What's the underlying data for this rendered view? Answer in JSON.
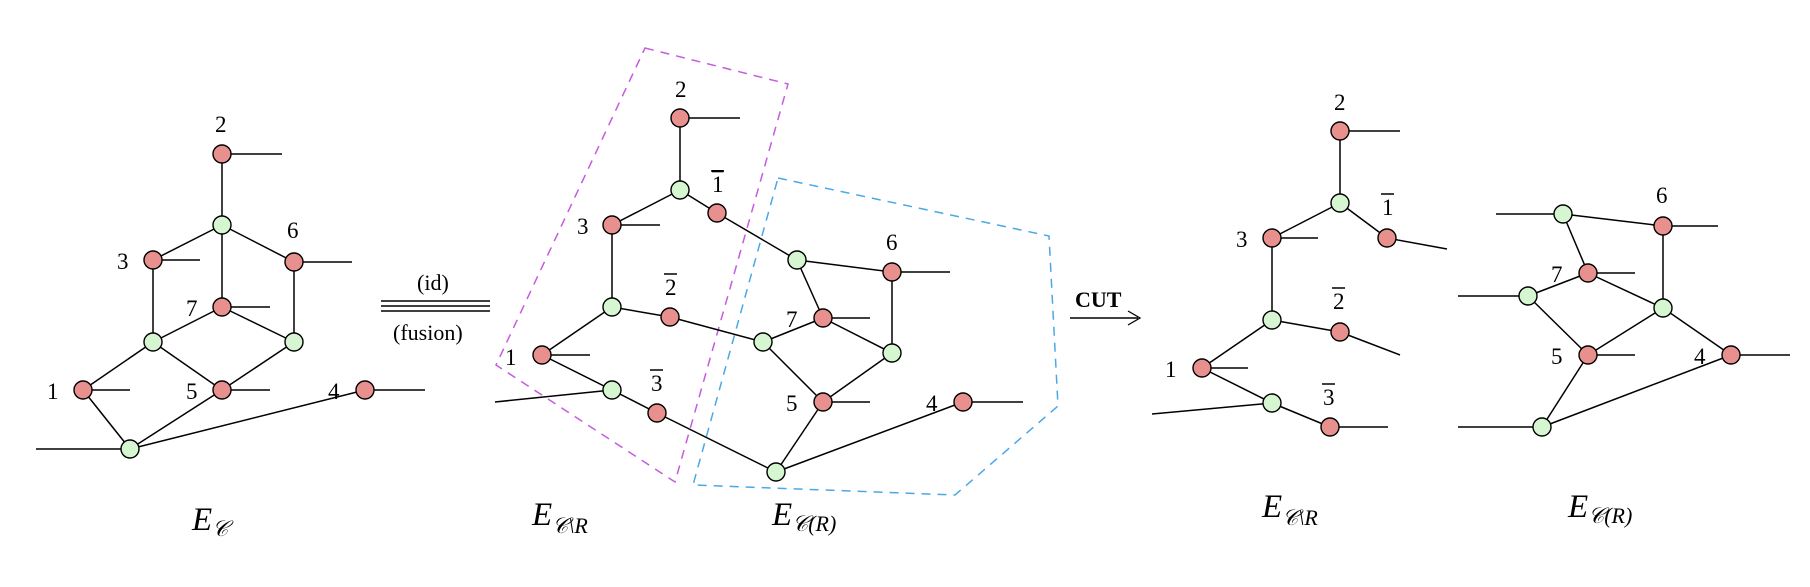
{
  "colors": {
    "red_node": "#e8908d",
    "green_node": "#d6f6d2",
    "purple_dash": "#c65be0",
    "blue_dash": "#4aa8e8"
  },
  "node_labels": {
    "n1": "1",
    "n2": "2",
    "n3": "3",
    "n4": "4",
    "n5": "5",
    "n6": "6",
    "n7": "7",
    "b1": "1",
    "b2": "2",
    "b3": "3"
  },
  "captions": {
    "main": "E",
    "sub_c": "𝒞",
    "sub_c_minus_r": "𝒞\\R",
    "sub_c_of_r": "𝒞(R)"
  },
  "operations": {
    "top": "(id)",
    "bottom": "(fusion)",
    "cut": "CUT"
  }
}
